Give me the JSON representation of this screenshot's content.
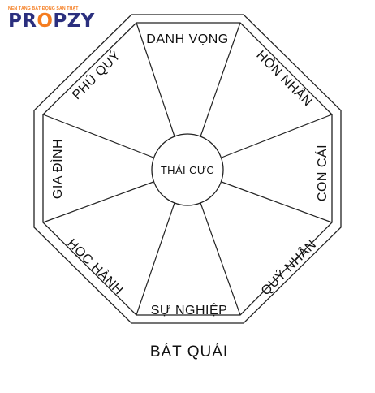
{
  "logo": {
    "tagline": "NỀN TẢNG BẤT ĐỘNG SẢN THẬT",
    "wordmark_part1": "PR",
    "wordmark_pin": "O",
    "wordmark_part2": "PZY",
    "pin_color": "#f57c1f",
    "brand_color": "#2b2f7e"
  },
  "diagram": {
    "center": "THÁI CỰC",
    "sectors": {
      "top": "DANH VỌNG",
      "top_right": "HÔN NHÂN",
      "right": "CON CÁI",
      "bottom_right": "QUÝ NHÂN",
      "bottom": "SỰ NGHIỆP",
      "bottom_left": "HỌC HÀNH",
      "left": "GIA ĐÌNH",
      "top_left": "PHÚ QUÝ"
    },
    "caption": "BÁT QUÁI"
  }
}
